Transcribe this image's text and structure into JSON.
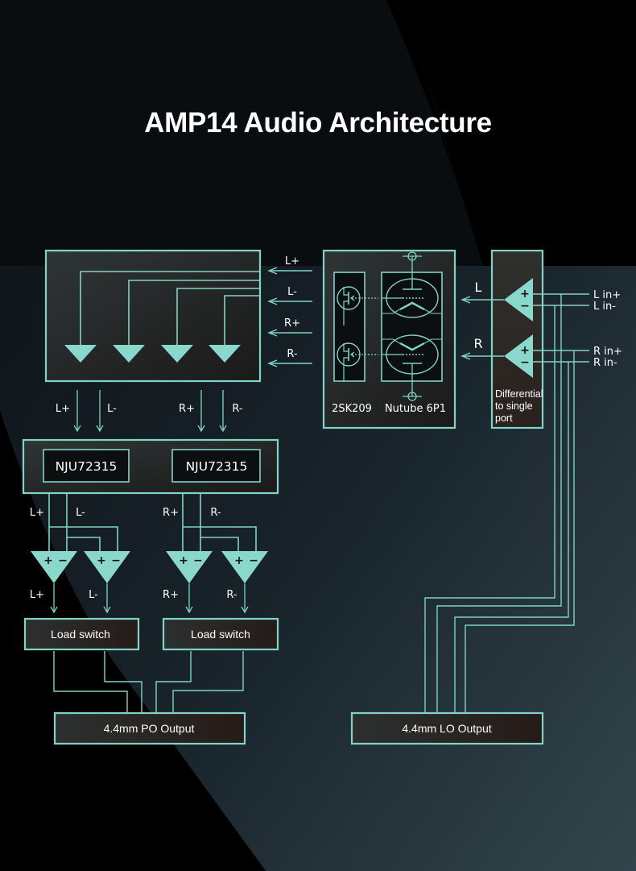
{
  "title": "AMP14 Audio Architecture",
  "colors": {
    "line": "#7fd3c7",
    "fill": "#8ad8cc",
    "box_border": "#7fd3c7",
    "text": "#ffffff",
    "background_dark": "#000000",
    "background_slate": "#2b3a41"
  },
  "top_block": {
    "input_labels": [
      "L+",
      "L-",
      "R+",
      "R-"
    ]
  },
  "tube_block": {
    "jfet_label": "2SK209",
    "tube_label": "Nutube 6P1"
  },
  "diff_block": {
    "label_lines": [
      "Differential",
      "to single",
      "port"
    ],
    "out_labels": [
      "L",
      "R"
    ],
    "opamp_signs": [
      "+",
      "−"
    ],
    "inputs": [
      "L in+",
      "L in-",
      "R in+",
      "R in-"
    ]
  },
  "mid_labels": [
    "L+",
    "L-",
    "R+",
    "R-"
  ],
  "volume_block": {
    "chips": [
      "NJU72315",
      "NJU72315"
    ]
  },
  "driver_labels_top": [
    "L+",
    "L-",
    "R+",
    "R-"
  ],
  "driver_signs": [
    "+",
    "−"
  ],
  "driver_labels_bottom": [
    "L+",
    "L-",
    "R+",
    "R-"
  ],
  "load_switches": [
    "Load switch",
    "Load switch"
  ],
  "outputs": {
    "po": "4.4mm PO Output",
    "lo": "4.4mm LO Output"
  }
}
